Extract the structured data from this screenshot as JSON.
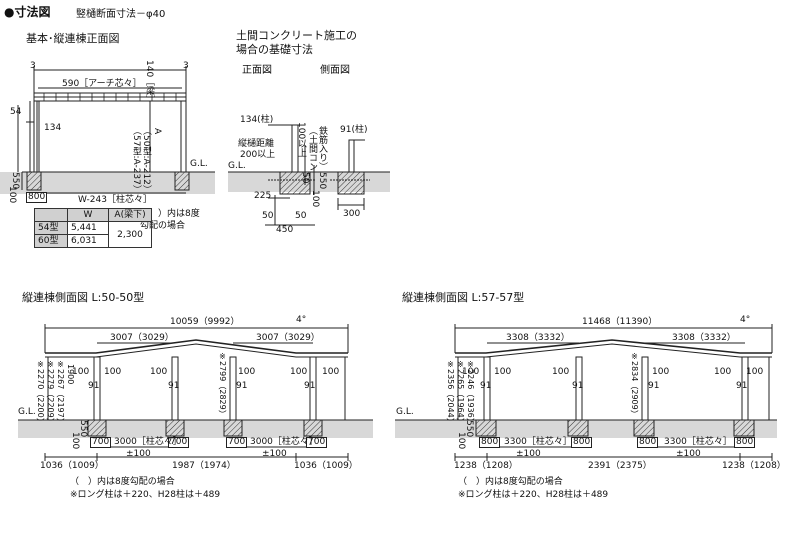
{
  "header": {
    "bullet": "●寸法図",
    "subtitle": "竪樋断面寸法－φ40"
  },
  "front": {
    "title": "基本･縦連棟正面図",
    "dim_left": "3",
    "dim_right": "3",
    "arch": "590［アーチ芯々］",
    "beam": "140［梁］",
    "h54": "54",
    "h134": "134",
    "a_label": "A",
    "a_note1": "（50型:A-212）",
    "a_note2": "（57型:A-237）",
    "gl": "G.L.",
    "h100": "100",
    "h550": "550",
    "w800": "800",
    "width": "W-243［柱芯々］",
    "paren_note1": "（　）内は8度",
    "paren_note2": "勾配の場合"
  },
  "table": {
    "headers": [
      "",
      "W",
      "A(梁下)"
    ],
    "rows": [
      {
        "model": "54型",
        "w": "5,441"
      },
      {
        "model": "60型",
        "w": "6,031"
      }
    ],
    "a_value": "2,300"
  },
  "foundation": {
    "title1": "土間コンクリート施工の",
    "title2": "場合の基礎寸法",
    "front_label": "正面図",
    "side_label": "側面図",
    "d134": "134(柱)",
    "d91": "91(柱)",
    "note_gap1": "縦樋距離",
    "note_gap2": "200以上",
    "note_100": "100以上",
    "note_doma1": "（土間コン",
    "note_doma2": "鉄筋入り）",
    "gl": "G.L.",
    "d225": "225",
    "d50": "50",
    "d50b": "50",
    "d100": "100",
    "d550": "550",
    "d50r": "50",
    "d450": "450",
    "d300": "300"
  },
  "side50": {
    "title": "縦連棟側面図 L:50-50型",
    "total": "10059（9992）",
    "span1": "3007（3029）",
    "span2": "3007（3029）",
    "angle": "4°",
    "h1": "※2270（2200）",
    "h2": "※2279（2209）",
    "h3": "※2267（2197）",
    "h4": "1900",
    "h_mid": "※2799（2829）",
    "gap": "100",
    "arrow": "100",
    "post": "91",
    "gl": "G.L.",
    "f100": "100",
    "f550": "550",
    "foot": "700",
    "pitch1": "3000［柱芯々］",
    "pm1": "±100",
    "pitch2": "3000［柱芯々］",
    "pm2": "±100",
    "left_oh": "1036（1009）",
    "mid_oh": "1987（1974）",
    "right_oh": "1036（1009）",
    "note1": "（　）内は8度勾配の場合",
    "note2": "※ロング柱は＋220、H28柱は＋489"
  },
  "side57": {
    "title": "縦連棟側面図 L:57-57型",
    "total": "11468（11390）",
    "span1": "3308（3332）",
    "span2": "3308（3332）",
    "angle": "4°",
    "h1": "※2356（2044）",
    "h2": "※2265（1964）",
    "h3": "※2246（1936）",
    "h_mid": "※2834（2909）",
    "gap": "100",
    "arrow": "100",
    "post": "91",
    "gl": "G.L.",
    "f100": "100",
    "f550": "550",
    "foot": "800",
    "pitch1": "3300［柱芯々］",
    "pm1": "±100",
    "pitch2": "3300［柱芯々］",
    "pm2": "±100",
    "left_oh": "1238（1208）",
    "mid_oh": "2391（2375）",
    "right_oh": "1238（1208）",
    "note1": "（　）内は8度勾配の場合",
    "note2": "※ロング柱は＋220、H28柱は＋489"
  }
}
